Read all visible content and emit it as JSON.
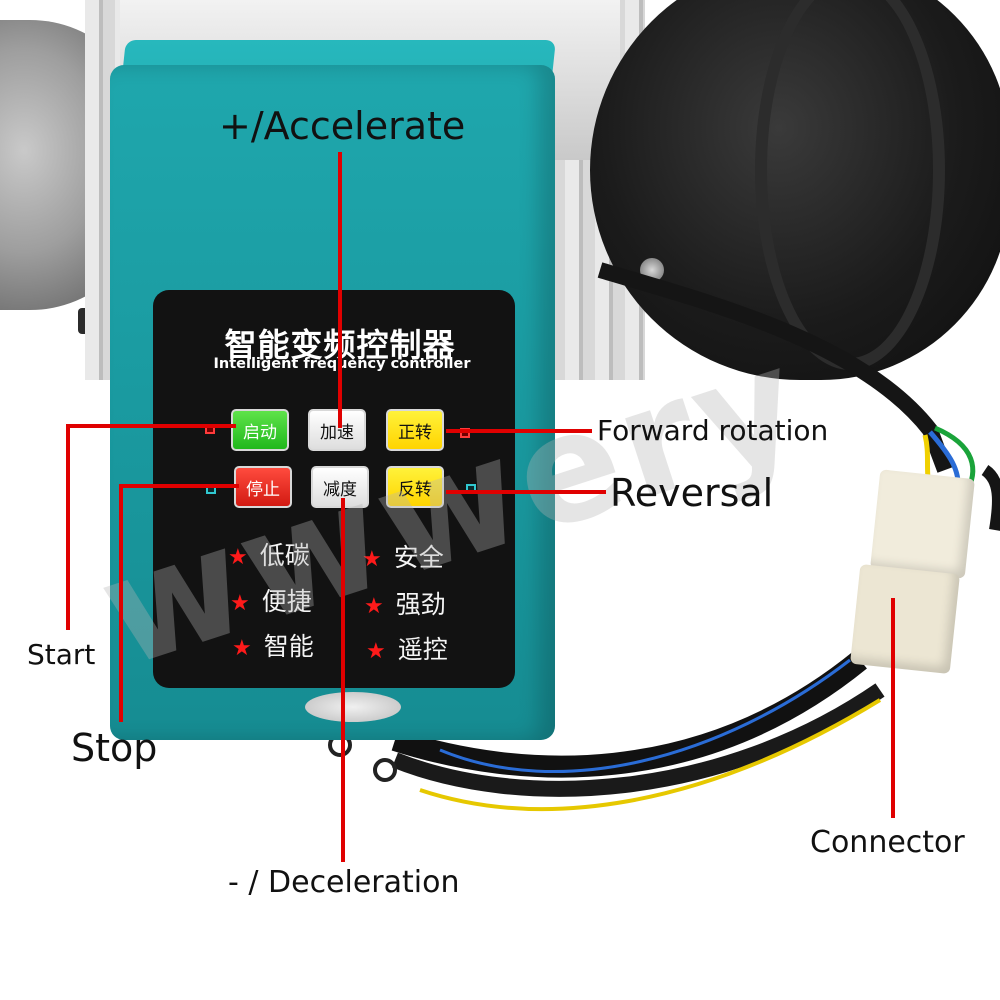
{
  "panel": {
    "title_cn": "智能变频控制器",
    "title_en": "Intelligent frequency controller",
    "buttons": {
      "start": "启动",
      "accelerate": "加速",
      "forward": "正转",
      "stop": "停止",
      "decelerate": "减度",
      "reverse": "反转"
    },
    "features": [
      "低碳",
      "安全",
      "便捷",
      "强劲",
      "智能",
      "遥控"
    ]
  },
  "annotations": {
    "accelerate": "+/Accelerate",
    "forward": "Forward rotation",
    "reversal": "Reversal",
    "start": "Start",
    "stop": "Stop",
    "deceleration": "- / Deceleration",
    "connector": "Connector"
  },
  "watermark": "wwwery",
  "colors": {
    "housing": "#1fa7ad",
    "panel": "#121212",
    "annotation_line": "#e00000",
    "start_button": "#21b81c",
    "stop_button": "#d21a12",
    "direction_button": "#ffd400"
  }
}
